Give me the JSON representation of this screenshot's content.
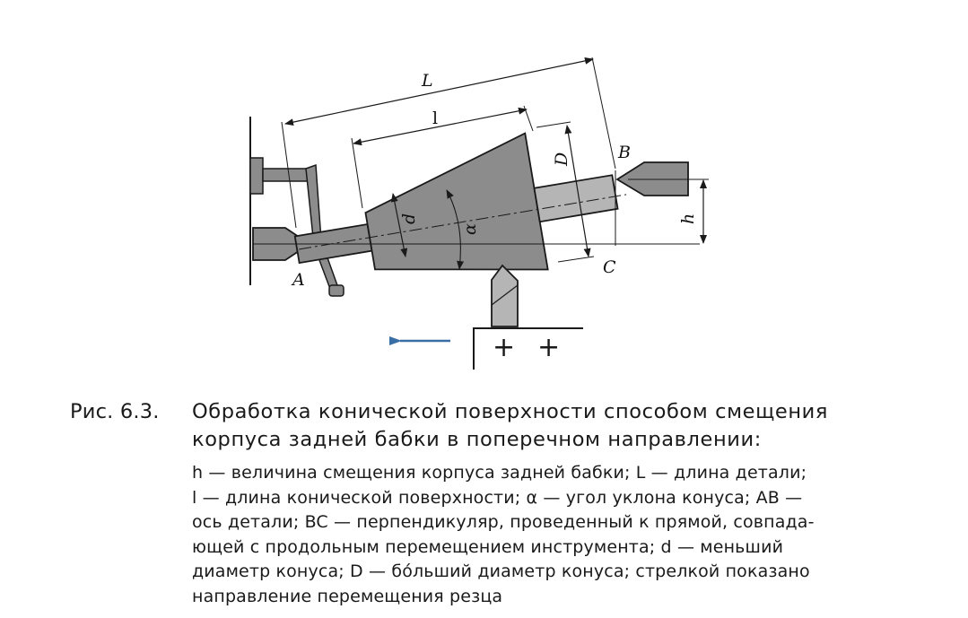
{
  "figure": {
    "labels": {
      "L": "L",
      "l": "l",
      "D": "D",
      "d": "d",
      "alpha": "α",
      "h": "h",
      "A": "A",
      "B": "B",
      "C": "C"
    },
    "plus_signs": [
      "+",
      "+"
    ],
    "colors": {
      "metal": "#8c8c8c",
      "metal_light": "#b5b5b5",
      "outline": "#1a1a1a",
      "arrow": "#3a6fa5"
    }
  },
  "caption": {
    "number": "Рис. 6.3.",
    "title_lines": [
      "Обработка конической поверхности способом смещения",
      "корпуса задней бабки в поперечном направлении:"
    ],
    "legend_lines": [
      "h — величина смещения корпуса задней бабки; L — длина детали;",
      "l — длина конической поверхности; α — угол уклона конуса; AB —",
      "ось детали; BC — перпендикуляр, проведенный к прямой, совпада-",
      "ющей с продольным перемещением инструмента; d — меньший",
      "диаметр конуса; D — бо́льший диаметр конуса; стрелкой показано",
      "направление перемещения резца"
    ]
  }
}
